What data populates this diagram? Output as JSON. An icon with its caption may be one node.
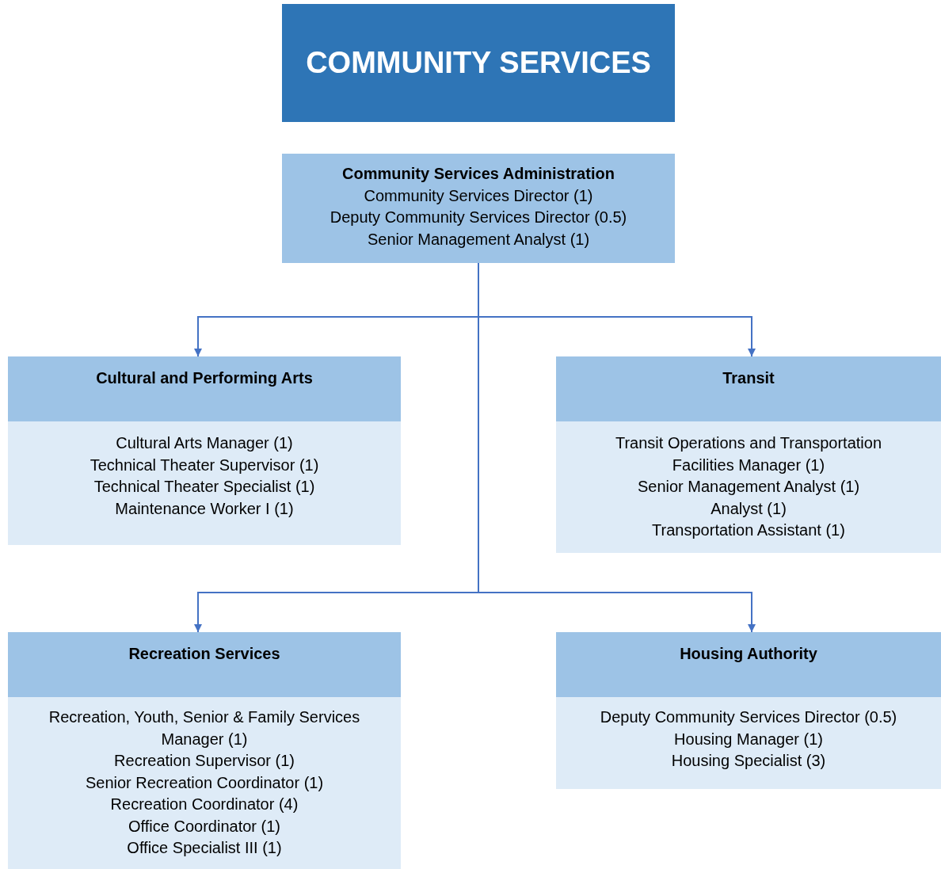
{
  "diagram": {
    "nodes": [
      {
        "text": [
          "COMMUNITY SERVICES"
        ]
      },
      {
        "text": [
          "Community Services Administration",
          "Community Services Director (1)",
          "Deputy Community Services Director (0.5)",
          "Senior Management Analyst (1)"
        ]
      },
      {
        "text": [
          "Cultural and Performing Arts",
          "Cultural Arts Manager (1)",
          "Technical Theater Supervisor (1)",
          "Technical Theater Specialist (1)",
          "Maintenance Worker I (1)"
        ]
      },
      {
        "text": [
          "Transit",
          "Transit Operations and Transportation Facilities Manager (1)",
          "Senior Management Analyst (1)",
          "Analyst (1)",
          "Transportation Assistant (1)"
        ]
      },
      {
        "text": [
          "Recreation Services",
          "Recreation, Youth, Senior & Family Services Manager (1)",
          "Recreation Supervisor (1)",
          "Senior Recreation Coordinator (1)",
          "Recreation Coordinator (4)",
          "Office Coordinator (1)",
          "Office Specialist III (1)"
        ]
      },
      {
        "text": [
          "Housing Authority",
          "Deputy Community Services Director (0.5)",
          "Housing Manager (1)",
          "Housing Specialist (3)"
        ]
      }
    ],
    "edges": [
      {
        "from": 1,
        "to": 2,
        "arrow": "to"
      },
      {
        "from": 1,
        "to": 3,
        "arrow": "to"
      },
      {
        "from": 1,
        "to": 4,
        "arrow": "to"
      },
      {
        "from": 1,
        "to": 5,
        "arrow": "to"
      }
    ]
  }
}
